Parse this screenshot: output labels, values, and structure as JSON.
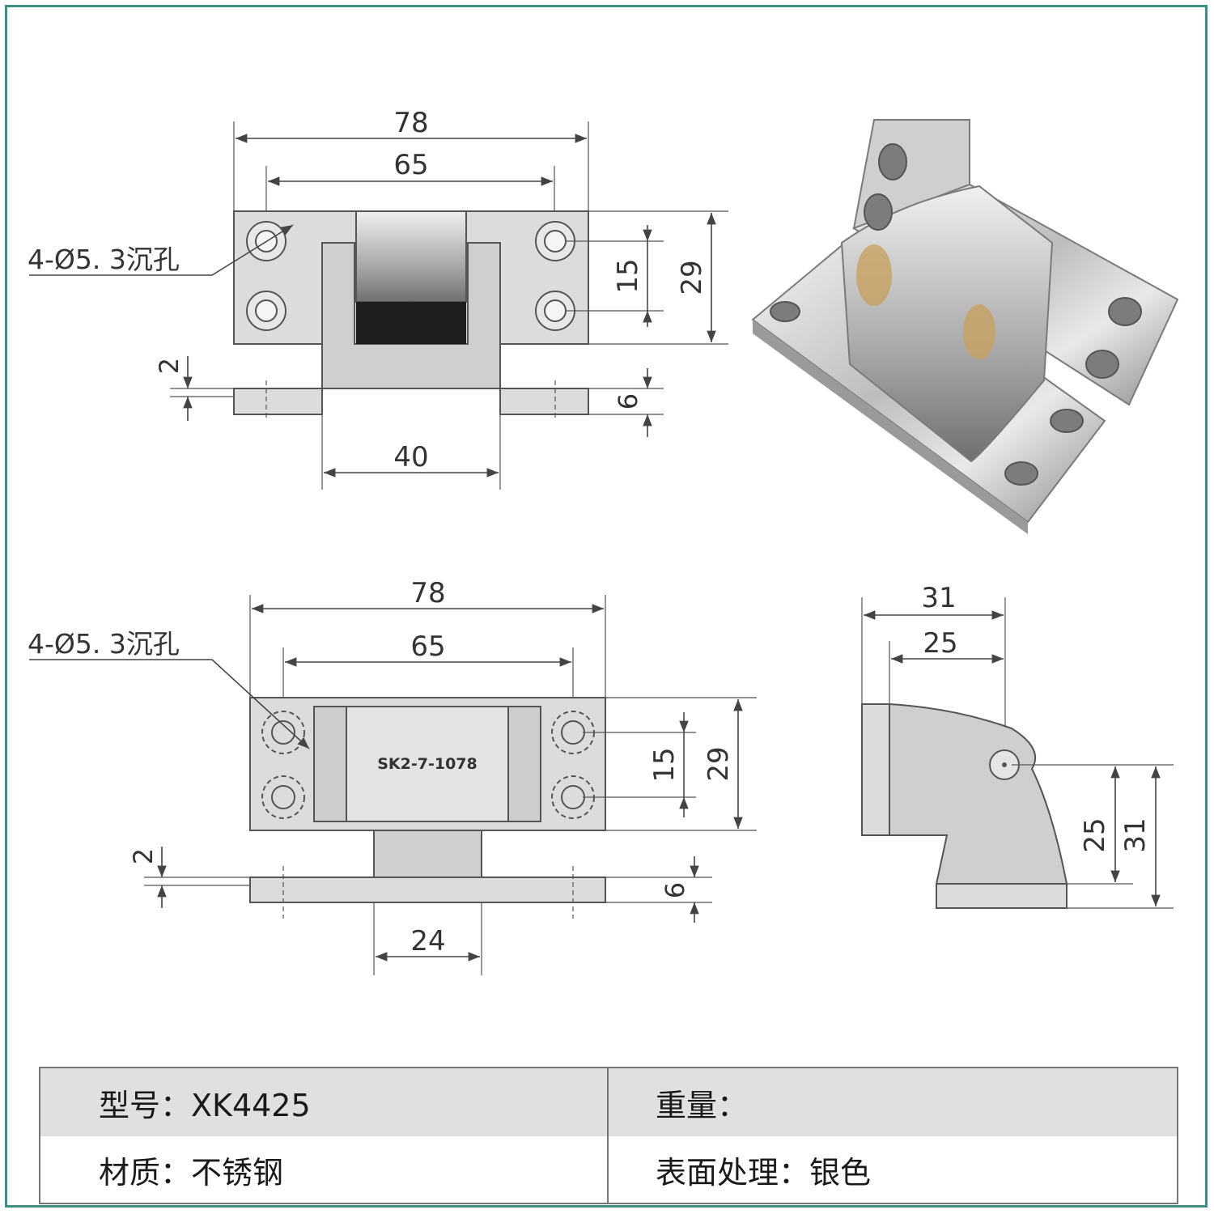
{
  "colors": {
    "frame": "#3d8f86",
    "part_fill": "#dcdcdc",
    "table_header": "#e0e0e0",
    "line": "#444444"
  },
  "top_view": {
    "width_78": "78",
    "hole_spacing_65": "65",
    "hole_callout": "4-Ø5. 3沉孔",
    "height_15": "15",
    "height_29": "29",
    "plate_2": "2",
    "base_6": "6",
    "knuckle_40": "40"
  },
  "bottom_view": {
    "width_78": "78",
    "hole_spacing_65": "65",
    "hole_callout": "4-Ø5. 3沉孔",
    "marking": "SK2-7-1078",
    "height_15": "15",
    "height_29": "29",
    "plate_2": "2",
    "base_6": "6",
    "knuckle_24": "24"
  },
  "side_view": {
    "width_31": "31",
    "width_25": "25",
    "height_25": "25",
    "height_31": "31"
  },
  "photo": {
    "icon": "steel-hinge-photo"
  },
  "specs": {
    "model": "型号：XK4425",
    "weight": "重量：",
    "material": "材质：不锈钢",
    "finish": "表面处理：银色"
  }
}
